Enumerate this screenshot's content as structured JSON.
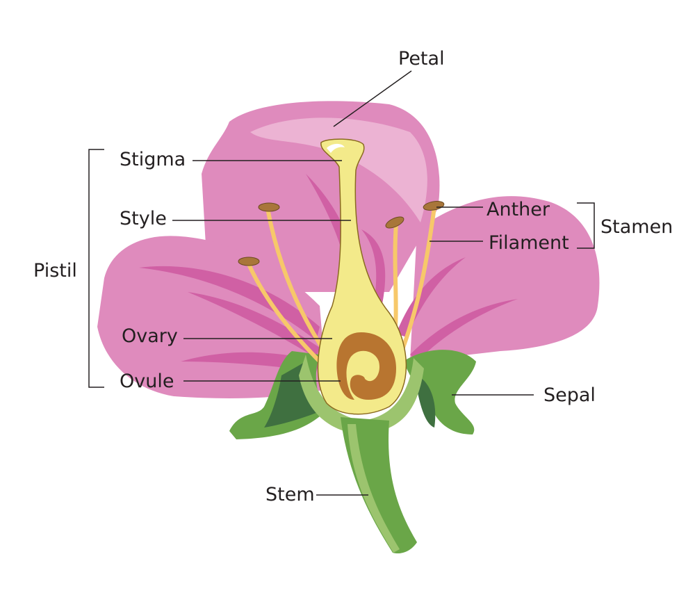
{
  "labels": {
    "petal": "Petal",
    "stigma": "Stigma",
    "style": "Style",
    "pistil": "Pistil",
    "ovary": "Ovary",
    "ovule": "Ovule",
    "anther": "Anther",
    "filament": "Filament",
    "stamen": "Stamen",
    "sepal": "Sepal",
    "stem": "Stem"
  },
  "colors": {
    "petal": "#df8bbd",
    "petal_light": "#ecb3d3",
    "petal_dark": "#d060a4",
    "pistil": "#f3ea8a",
    "ovary_core": "#b87530",
    "filament": "#f7c86a",
    "anther": "#a8763a",
    "sepal": "#6aa648",
    "sepal_dark": "#3f7040",
    "stem": "#6aa648"
  }
}
